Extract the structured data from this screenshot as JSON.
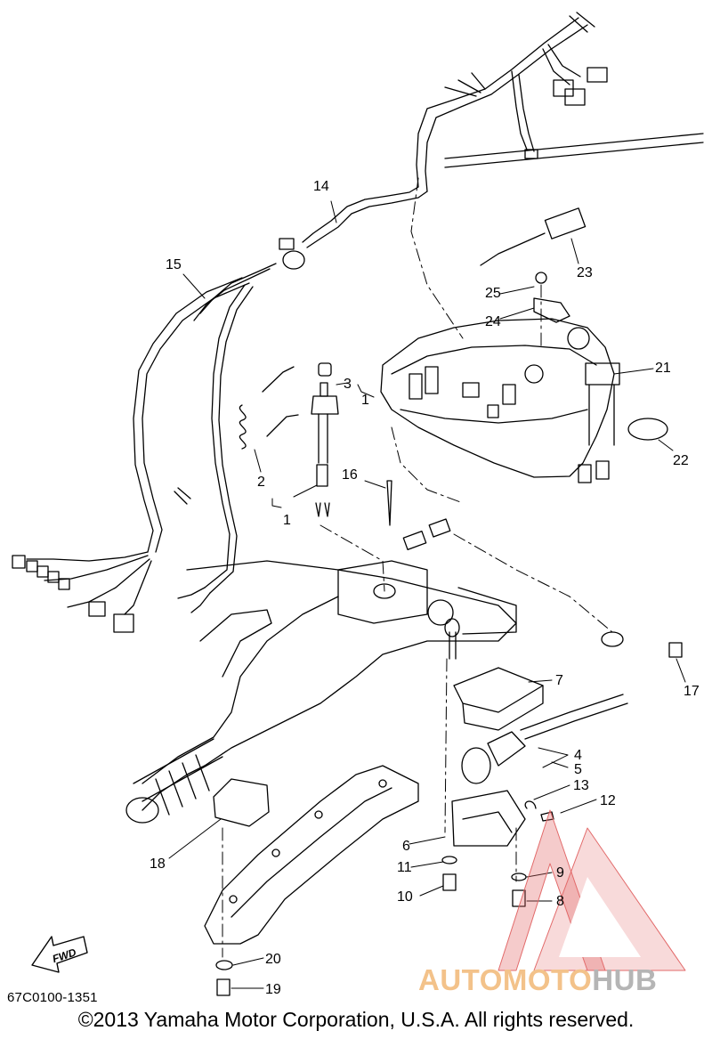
{
  "document": {
    "part_code": "67C0100-1351",
    "copyright": "©2013 Yamaha Motor Corporation, U.S.A. All rights reserved.",
    "fwd_label": "FWD"
  },
  "callouts": [
    {
      "id": "c1a",
      "label": "1"
    },
    {
      "id": "c1b",
      "label": "1"
    },
    {
      "id": "c2",
      "label": "2"
    },
    {
      "id": "c3",
      "label": "3"
    },
    {
      "id": "c4",
      "label": "4"
    },
    {
      "id": "c5",
      "label": "5"
    },
    {
      "id": "c6",
      "label": "6"
    },
    {
      "id": "c7",
      "label": "7"
    },
    {
      "id": "c8",
      "label": "8"
    },
    {
      "id": "c9",
      "label": "9"
    },
    {
      "id": "c10",
      "label": "10"
    },
    {
      "id": "c11",
      "label": "11"
    },
    {
      "id": "c12",
      "label": "12"
    },
    {
      "id": "c13",
      "label": "13"
    },
    {
      "id": "c14",
      "label": "14"
    },
    {
      "id": "c15",
      "label": "15"
    },
    {
      "id": "c16",
      "label": "16"
    },
    {
      "id": "c17",
      "label": "17"
    },
    {
      "id": "c18",
      "label": "18"
    },
    {
      "id": "c19",
      "label": "19"
    },
    {
      "id": "c20",
      "label": "20"
    },
    {
      "id": "c21",
      "label": "21"
    },
    {
      "id": "c22",
      "label": "22"
    },
    {
      "id": "c23",
      "label": "23"
    },
    {
      "id": "c24",
      "label": "24"
    },
    {
      "id": "c25",
      "label": "25"
    }
  ],
  "watermark": {
    "text_part1": "AUTOMOTO",
    "text_part2": "HUB",
    "colors": {
      "triangle": "#e26a6a",
      "text1": "#f3c28a",
      "text2": "#b5b5b5"
    }
  }
}
